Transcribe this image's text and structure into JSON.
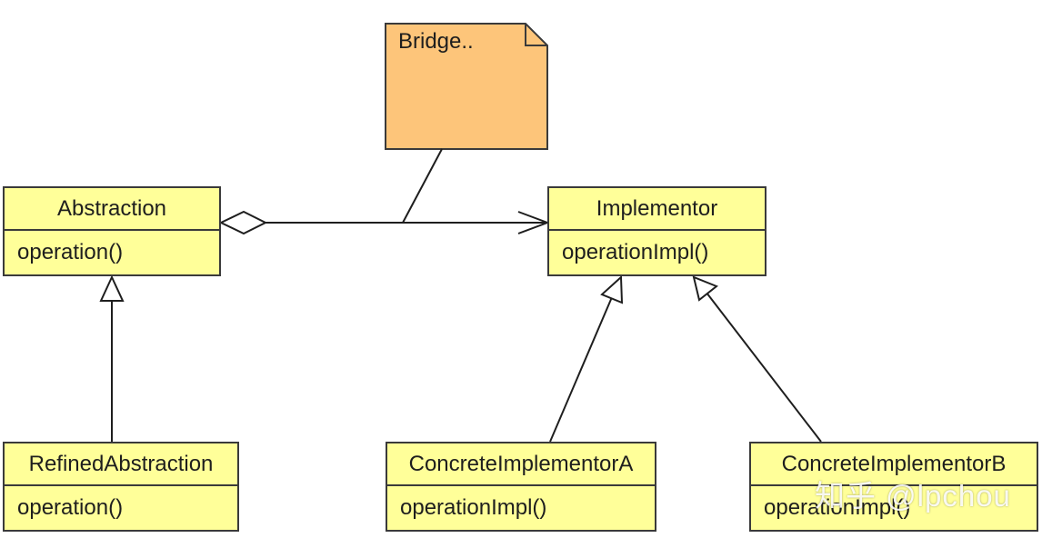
{
  "note": {
    "label": "Bridge.."
  },
  "classes": {
    "abstraction": {
      "name": "Abstraction",
      "operation": "operation()"
    },
    "implementor": {
      "name": "Implementor",
      "operation": "operationImpl()"
    },
    "refined_abstraction": {
      "name": "RefinedAbstraction",
      "operation": "operation()"
    },
    "concrete_implementor_a": {
      "name": "ConcreteImplementorA",
      "operation": "operationImpl()"
    },
    "concrete_implementor_b": {
      "name": "ConcreteImplementorB",
      "operation": "operationImpl()"
    }
  },
  "watermark": "知乎 @lpchou",
  "colors": {
    "class_fill": "#ffff99",
    "note_fill": "#fdc57a",
    "stroke": "#3a3a3a"
  }
}
